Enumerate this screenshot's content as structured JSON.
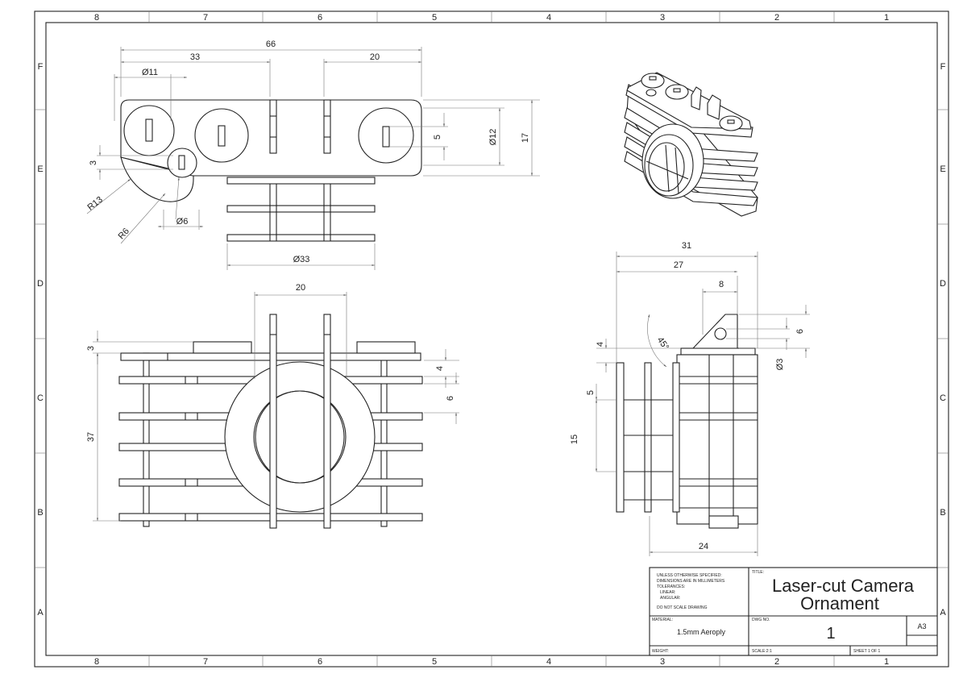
{
  "zones": {
    "columns": [
      "8",
      "7",
      "6",
      "5",
      "4",
      "3",
      "2",
      "1"
    ],
    "rows": [
      "F",
      "E",
      "D",
      "C",
      "B",
      "A"
    ]
  },
  "dimensions": {
    "top_view": [
      "66",
      "33",
      "20",
      "Ø11",
      "Ø12",
      "17",
      "5",
      "3",
      "R13",
      "R6",
      "Ø6",
      "Ø33"
    ],
    "front_view": [
      "20",
      "3",
      "37",
      "4",
      "6"
    ],
    "side_view": [
      "31",
      "27",
      "8",
      "45°",
      "6",
      "Ø3",
      "4",
      "5",
      "15",
      "24"
    ]
  },
  "title_block": {
    "notes": [
      "UNLESS OTHERWISE SPECIFIED:",
      "DIMENSIONS ARE IN MILLIMETERS",
      "TOLERANCES:",
      "LINEAR:",
      "ANGULAR:"
    ],
    "do_not_scale": "DO NOT SCALE DRAWING",
    "title_label": "TITLE:",
    "title_line1": "Laser-cut Camera",
    "title_line2": "Ornament",
    "material_label": "MATERIAL:",
    "material": "1.5mm Aeroply",
    "dwg_no_label": "DWG NO.",
    "dwg_no": "1",
    "size": "A3",
    "weight_label": "WEIGHT:",
    "scale": "SCALE:2:1",
    "sheet": "SHEET 1 OF 1"
  }
}
